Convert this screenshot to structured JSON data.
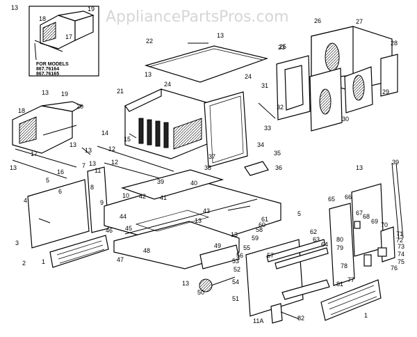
{
  "watermark": "AppliancePartsPros.com",
  "inset_note": [
    "FOR MODELS",
    "867.76164",
    "867.76165"
  ],
  "callouts": [
    "1",
    "1",
    "2",
    "3",
    "4",
    "5",
    "5",
    "6",
    "7",
    "8",
    "9",
    "10",
    "11",
    "12",
    "12",
    "13",
    "13",
    "13",
    "13",
    "13",
    "13",
    "13",
    "13",
    "13",
    "13",
    "13",
    "13",
    "14",
    "15",
    "16",
    "17",
    "17",
    "18",
    "18",
    "19",
    "19",
    "20",
    "21",
    "22",
    "23",
    "24",
    "24",
    "25",
    "26",
    "27",
    "28",
    "29",
    "30",
    "31",
    "32",
    "33",
    "34",
    "35",
    "36",
    "37",
    "38",
    "39",
    "39",
    "40",
    "41",
    "42",
    "43",
    "44",
    "45",
    "46",
    "47",
    "48",
    "49",
    "50",
    "51",
    "52",
    "53",
    "54",
    "55",
    "56",
    "57",
    "58",
    "59",
    "60",
    "61",
    "62",
    "63",
    "64",
    "65",
    "66",
    "67",
    "68",
    "69",
    "70",
    "71",
    "72",
    "73",
    "74",
    "75",
    "76",
    "77",
    "78",
    "79",
    "80",
    "81",
    "82",
    "11A"
  ]
}
